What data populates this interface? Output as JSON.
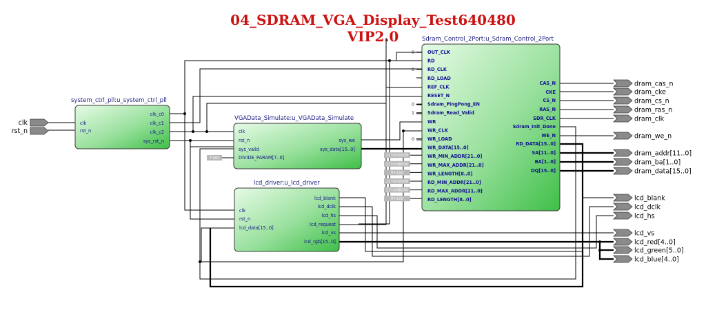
{
  "title": {
    "line1": "04_SDRAM_VGA_Display_Test640480",
    "line2": "VIP2.0"
  },
  "colors": {
    "title": "#cc1111",
    "block_light": "#e6fbe6",
    "block_dark": "#3fbf48",
    "port_text": "#101090",
    "io_pin": "#8a8a8a",
    "param_box": "#b8b8b8"
  },
  "inputs": [
    "clk",
    "rst_n"
  ],
  "outputs": [
    "dram_cas_n",
    "dram_cke",
    "dram_cs_n",
    "dram_ras_n",
    "dram_clk",
    "dram_we_n",
    "dram_addr[11..0]",
    "dram_ba[1..0]",
    "dram_data[15..0]",
    "lcd_blank",
    "lcd_dclk",
    "lcd_hs",
    "lcd_vs",
    "lcd_red[4..0]",
    "lcd_green[5..0]",
    "lcd_blue[4..0]"
  ],
  "pll": {
    "title": "system_ctrl_pll:u_system_ctrl_pll",
    "inputs": [
      "clk",
      "rst_n"
    ],
    "outputs": [
      "clk_c0",
      "clk_c1",
      "clk_c2",
      "sys_rst_n"
    ]
  },
  "vga": {
    "title": "VGAData_Simulate:u_VGAData_Simulate",
    "inputs": [
      "clk",
      "rst_n",
      "sys_vaild",
      "DIVIDE_PARAM[7..0]"
    ],
    "outputs": [
      "sys_we",
      "sys_data[15..0]"
    ],
    "param": "7'h00"
  },
  "lcd": {
    "title": "lcd_driver:u_lcd_driver",
    "inputs": [
      "clk",
      "rst_n",
      "lcd_data[15..0]"
    ],
    "outputs": [
      "lcd_blank",
      "lcd_dclk",
      "lcd_hs",
      "lcd_request",
      "lcd_vs",
      "lcd_rgb[15..0]"
    ]
  },
  "sdram": {
    "title": "Sdram_Control_2Port:u_Sdram_Control_2Port",
    "inputs": [
      "OUT_CLK",
      "RD",
      "RD_CLK",
      "RD_LOAD",
      "REF_CLK",
      "RESET_N",
      "Sdram_PingPong_EN",
      "Sdram_Read_Valid",
      "WR",
      "WR_CLK",
      "WR_LOAD",
      "WR_DATA[15..0]",
      "WR_MIN_ADDR[21..0]",
      "WR_MAX_ADDR[21..0]",
      "WR_LENGTH[8..0]",
      "RD_MIN_ADDR[21..0]",
      "RD_MAX_ADDR[21..0]",
      "RD_LENGTH[8..0]"
    ],
    "outputs": [
      "CAS_N",
      "CKE",
      "CS_N",
      "RAS_N",
      "SDR_CLK",
      "Sdram_Init_Done",
      "WE_N",
      "RD_DATA[15..0]",
      "SA[11..0]",
      "BA[1..0]",
      "DQ[15..0]"
    ],
    "constants": [
      "0",
      "",
      "0",
      "",
      "",
      "",
      "0",
      "1",
      "",
      "",
      "0"
    ],
    "params": [
      "22'h000000",
      "22'h04B000",
      "9'h100",
      "22'h000000",
      "22'h04B000",
      "9'h100"
    ]
  }
}
